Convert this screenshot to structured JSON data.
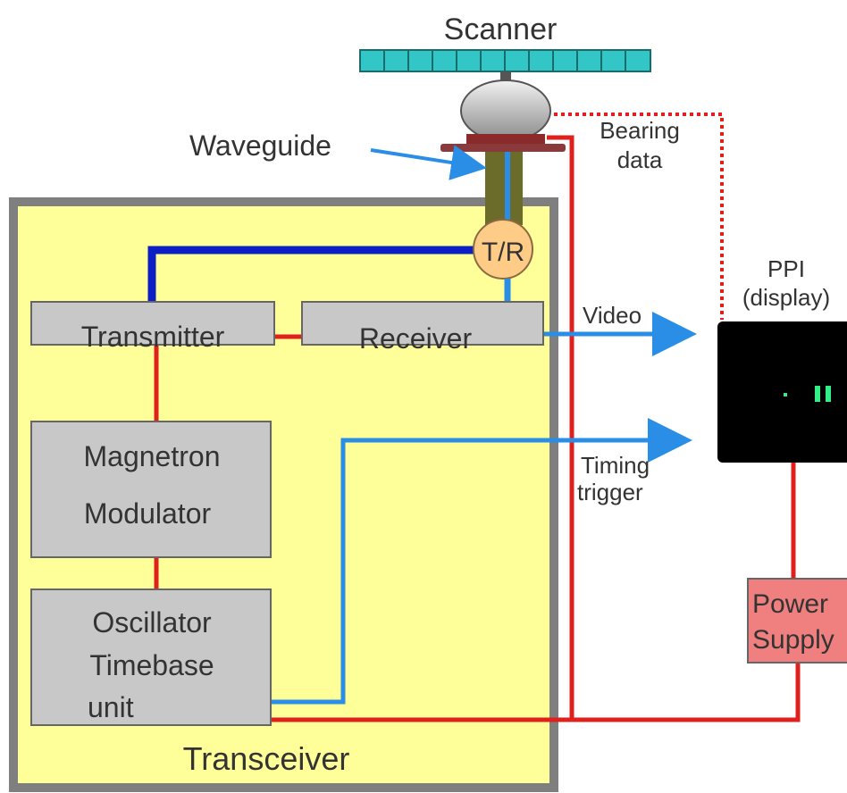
{
  "diagram": {
    "scanner": "Scanner",
    "waveguide": "Waveguide",
    "bearing_data_line1": "Bearing",
    "bearing_data_line2": "data",
    "tr": "T/R",
    "transmitter": "Transmitter",
    "receiver": "Receiver",
    "magnetron_line1": "Magnetron",
    "magnetron_line2": "Modulator",
    "oscillator_line1": "Oscillator",
    "oscillator_line2": "Timebase",
    "oscillator_line3": "unit",
    "transceiver": "Transceiver",
    "video": "Video",
    "timing_line1": "Timing",
    "timing_line2": "trigger",
    "ppi_line1": "PPI",
    "ppi_line2": "(display)",
    "power_line1": "Power",
    "power_line2": "Supply"
  },
  "colors": {
    "transceiver_fill": "#ffff99",
    "transceiver_border": "#7f7f7f",
    "box_fill": "#c8c8c8",
    "blue_wire": "#2a8ee6",
    "dark_blue_wire": "#0b1fc4",
    "red_wire": "#e0201c",
    "power_fill": "#f08080",
    "ppi_fill": "#000000",
    "scanner_fill": "#33c6c6",
    "tr_fill": "#ffcc88"
  }
}
